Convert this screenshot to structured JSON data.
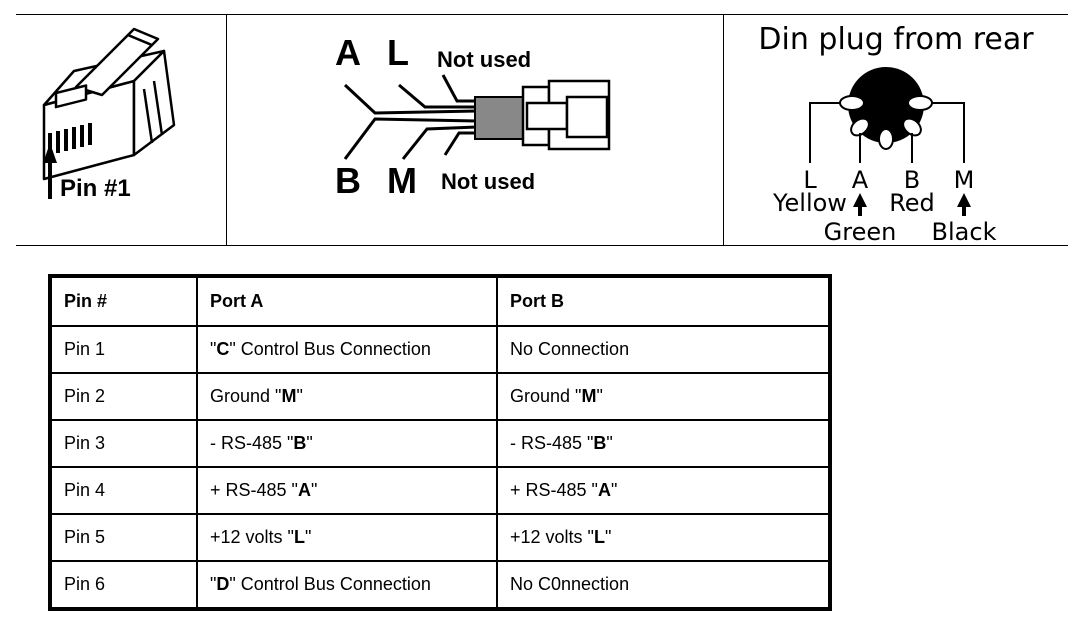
{
  "rj_panel": {
    "pin_label": "Pin #1"
  },
  "cable_panel": {
    "label_a": "A",
    "label_l": "L",
    "label_b": "B",
    "label_m": "M",
    "not_used_top": "Not used",
    "not_used_bottom": "Not used"
  },
  "din_panel": {
    "title": "Din plug from rear",
    "pins": [
      {
        "letter": "L",
        "color": "Yellow"
      },
      {
        "letter": "A",
        "color": "Green"
      },
      {
        "letter": "B",
        "color": "Red"
      },
      {
        "letter": "M",
        "color": "Black"
      }
    ]
  },
  "table": {
    "headers": [
      "Pin #",
      "Port A",
      "Port B"
    ],
    "rows": [
      {
        "pin": "Pin 1",
        "port_a": {
          "pre": "\"",
          "bold": "C",
          "post": "\" Control Bus Connection"
        },
        "port_b": {
          "pre": "No Connection",
          "bold": "",
          "post": ""
        }
      },
      {
        "pin": "Pin 2",
        "port_a": {
          "pre": "Ground  \"",
          "bold": "M",
          "post": "\""
        },
        "port_b": {
          "pre": "Ground  \"",
          "bold": "M",
          "post": "\""
        }
      },
      {
        "pin": "Pin 3",
        "port_a": {
          "pre": "- RS-485 \"",
          "bold": "B",
          "post": "\""
        },
        "port_b": {
          "pre": "- RS-485 \"",
          "bold": "B",
          "post": "\""
        }
      },
      {
        "pin": "Pin 4",
        "port_a": {
          "pre": "+ RS-485 \"",
          "bold": "A",
          "post": "\""
        },
        "port_b": {
          "pre": "+ RS-485 \"",
          "bold": "A",
          "post": "\""
        }
      },
      {
        "pin": "Pin 5",
        "port_a": {
          "pre": "+12 volts \"",
          "bold": "L",
          "post": "\""
        },
        "port_b": {
          "pre": "+12 volts \"",
          "bold": "L",
          "post": "\""
        }
      },
      {
        "pin": "Pin 6",
        "port_a": {
          "pre": "\"",
          "bold": "D",
          "post": "\" Control Bus Connection"
        },
        "port_b": {
          "pre": "No C0nnection",
          "bold": "",
          "post": ""
        }
      }
    ]
  }
}
